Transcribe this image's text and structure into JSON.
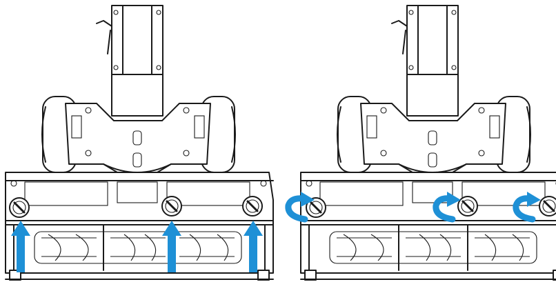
{
  "panels": [
    {
      "id": "left",
      "indicator": "arrows-up",
      "screw_count": 3
    },
    {
      "id": "right",
      "indicator": "rotation-arrows",
      "screw_count": 3
    }
  ],
  "colors": {
    "line": "#1a1a1a",
    "arrow": "#1e90d6",
    "background": "#ffffff"
  },
  "icons": {
    "up": "arrow-up-icon",
    "rotate": "rotate-icon"
  }
}
